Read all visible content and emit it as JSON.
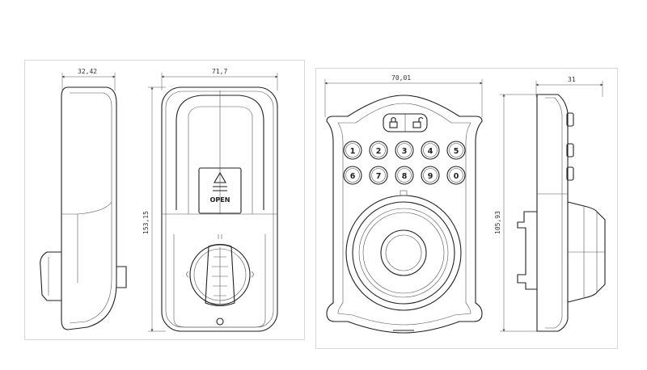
{
  "dimensions": {
    "side_left_width": "32,42",
    "front_interior_width": "71,7",
    "front_interior_height": "153,15",
    "front_exterior_width": "70,01",
    "side_right_depth": "31",
    "front_exterior_height": "105,93"
  },
  "thumbturn_cover": {
    "label": "OPEN"
  },
  "keypad": {
    "keys": [
      "1",
      "2",
      "3",
      "4",
      "5",
      "6",
      "7",
      "8",
      "9",
      "0"
    ]
  },
  "icons": [
    "lock-closed-icon",
    "lock-open-icon",
    "eject-triangle-icon"
  ]
}
